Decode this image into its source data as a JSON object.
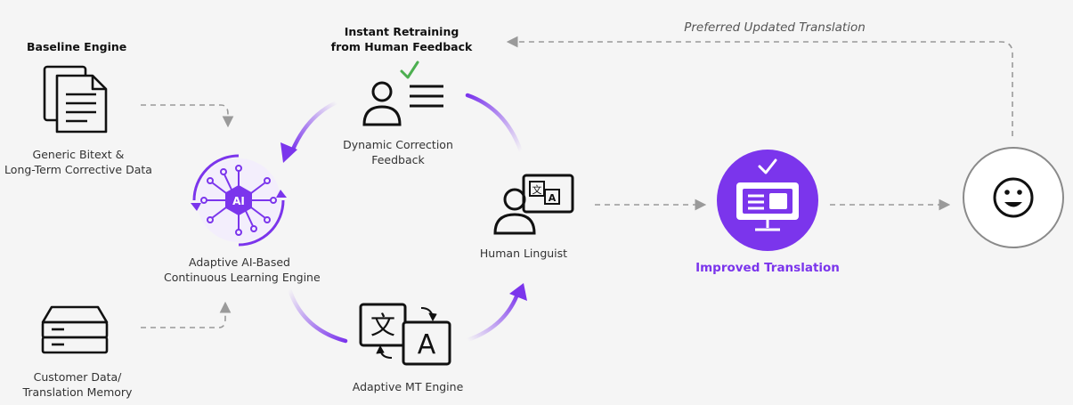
{
  "colors": {
    "accent": "#7b35ec",
    "check_green": "#4caf50",
    "dashed": "#9a9a9a",
    "background": "#f5f5f5"
  },
  "labels": {
    "baseline_engine": "Baseline Engine",
    "generic_bitext_line1": "Generic Bitext &",
    "generic_bitext_line2": "Long-Term Corrective Data",
    "instant_retraining_line1": "Instant Retraining",
    "instant_retraining_line2": "from Human Feedback",
    "dynamic_correction_line1": "Dynamic Correction",
    "dynamic_correction_line2": "Feedback",
    "adaptive_ai_line1": "Adaptive AI-Based",
    "adaptive_ai_line2": "Continuous Learning Engine",
    "human_linguist": "Human Linguist",
    "adaptive_mt_engine": "Adaptive MT Engine",
    "customer_data_line1": "Customer Data/",
    "customer_data_line2": "Translation Memory",
    "improved_translation": "Improved Translation",
    "preferred_updated_translation": "Preferred Updated Translation",
    "ai_chip_text": "AI",
    "translate_glyph_zh": "文",
    "translate_glyph_a": "A"
  },
  "icons": {
    "document": "document-icon",
    "server": "server-icon",
    "ai_chip": "ai-chip-icon",
    "person_feedback": "person-list-icon",
    "linguist": "linguist-icon",
    "translate": "translate-icon",
    "monitor": "monitor-check-icon",
    "smiley": "smiley-icon"
  }
}
